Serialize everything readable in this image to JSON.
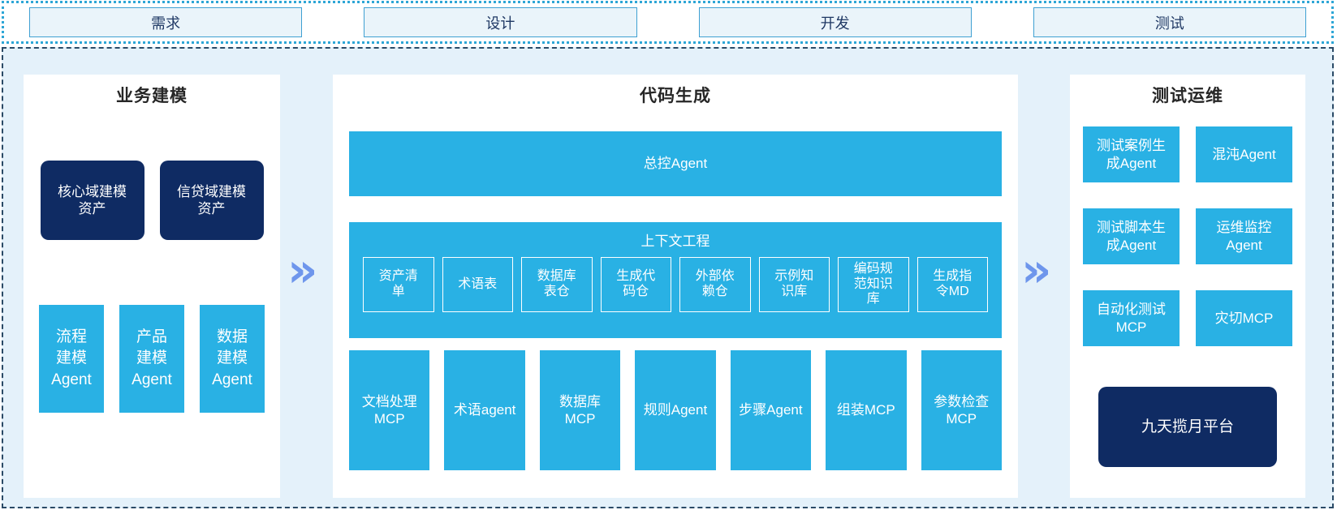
{
  "phases": {
    "items": [
      {
        "label": "需求"
      },
      {
        "label": "设计"
      },
      {
        "label": "开发"
      },
      {
        "label": "测试"
      }
    ]
  },
  "pipeline": {
    "chevron_glyph": "»",
    "business_modeling": {
      "title": "业务建模",
      "assets": [
        {
          "label": "核心域建模\n资产"
        },
        {
          "label": "信贷域建模\n资产"
        }
      ],
      "agents": [
        {
          "label": "流程\n建模\nAgent"
        },
        {
          "label": "产品\n建模\nAgent"
        },
        {
          "label": "数据\n建模\nAgent"
        }
      ]
    },
    "code_generation": {
      "title": "代码生成",
      "master_agent": "总控Agent",
      "context_engineering": {
        "title": "上下文工程",
        "items": [
          "资产清\n单",
          "术语表",
          "数据库\n表仓",
          "生成代\n码仓",
          "外部依\n赖仓",
          "示例知\n识库",
          "编码规\n范知识\n库",
          "生成指\n令MD"
        ]
      },
      "tools": [
        "文档处理\nMCP",
        "术语agent",
        "数据库\nMCP",
        "规则Agent",
        "步骤Agent",
        "组装MCP",
        "参数检查\nMCP"
      ]
    },
    "test_ops": {
      "title": "测试运维",
      "boxes": [
        "测试案例生\n成Agent",
        "混沌Agent",
        "测试脚本生\n成Agent",
        "运维监控\nAgent",
        "自动化测试\nMCP",
        "灾切MCP"
      ],
      "platform": "九天揽月平台"
    }
  },
  "colors": {
    "cyan": "#29b1e4",
    "navy": "#0f2b63",
    "container_bg": "#e4f1fa",
    "chevron": "#6e96ec",
    "phase_box_border": "#3fa0d2",
    "phase_strip_border": "#2da6d6",
    "main_border": "#2a4a66"
  }
}
